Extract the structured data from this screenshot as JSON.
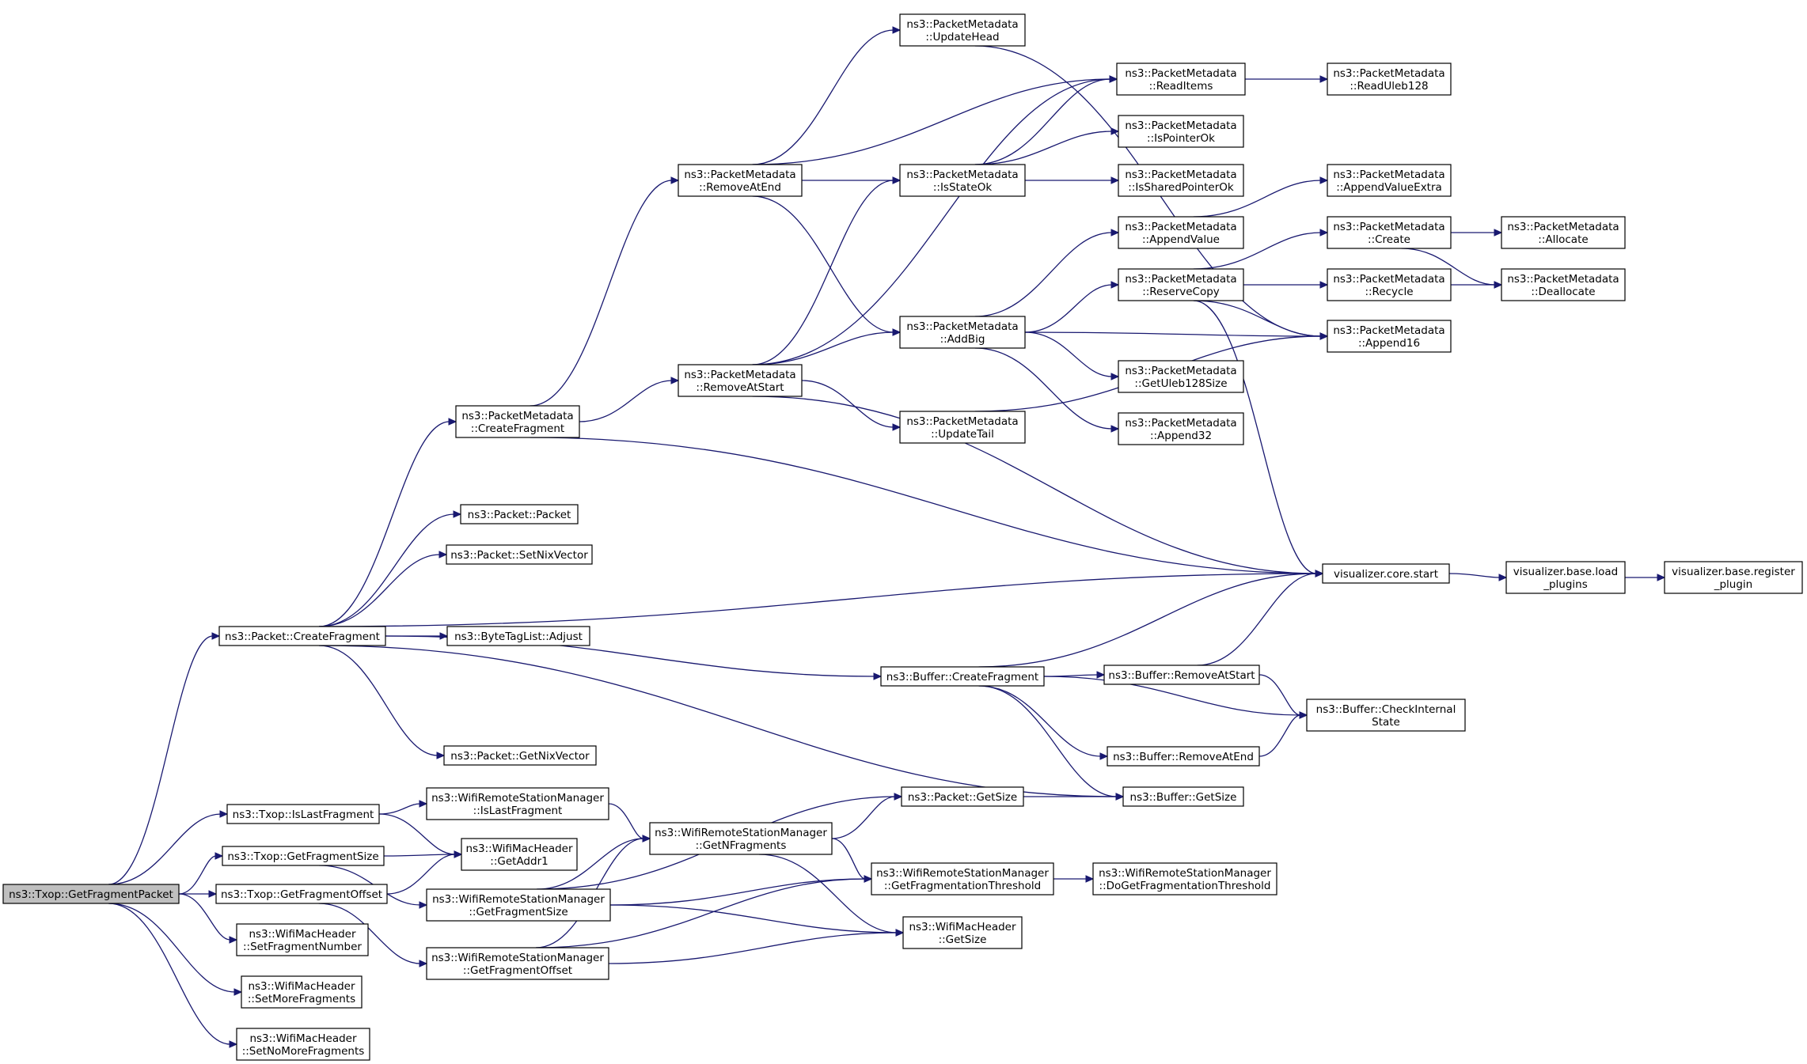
{
  "graph": {
    "nodes": [
      {
        "id": "n0",
        "lines": [
          "ns3::Txop::GetFragmentPacket"
        ]
      },
      {
        "id": "n1",
        "lines": [
          "ns3::Packet::CreateFragment"
        ]
      },
      {
        "id": "n2",
        "lines": [
          "ns3::Txop::IsLastFragment"
        ]
      },
      {
        "id": "n3",
        "lines": [
          "ns3::Txop::GetFragmentSize"
        ]
      },
      {
        "id": "n4",
        "lines": [
          "ns3::Txop::GetFragmentOffset"
        ]
      },
      {
        "id": "n5",
        "lines": [
          "ns3::WifiMacHeader",
          "::SetFragmentNumber"
        ]
      },
      {
        "id": "n6",
        "lines": [
          "ns3::WifiMacHeader",
          "::SetMoreFragments"
        ]
      },
      {
        "id": "n7",
        "lines": [
          "ns3::WifiMacHeader",
          "::SetNoMoreFragments"
        ]
      },
      {
        "id": "n8",
        "lines": [
          "ns3::PacketMetadata",
          "::CreateFragment"
        ]
      },
      {
        "id": "n9",
        "lines": [
          "ns3::Packet::Packet"
        ]
      },
      {
        "id": "n10",
        "lines": [
          "ns3::Packet::SetNixVector"
        ]
      },
      {
        "id": "n11",
        "lines": [
          "ns3::ByteTagList::Adjust"
        ]
      },
      {
        "id": "n12",
        "lines": [
          "ns3::Packet::GetNixVector"
        ]
      },
      {
        "id": "n13",
        "lines": [
          "ns3::WifiRemoteStationManager",
          "::IsLastFragment"
        ]
      },
      {
        "id": "n14",
        "lines": [
          "ns3::WifiMacHeader",
          "::GetAddr1"
        ]
      },
      {
        "id": "n15",
        "lines": [
          "ns3::WifiRemoteStationManager",
          "::GetFragmentSize"
        ]
      },
      {
        "id": "n16",
        "lines": [
          "ns3::WifiRemoteStationManager",
          "::GetFragmentOffset"
        ]
      },
      {
        "id": "n17",
        "lines": [
          "ns3::PacketMetadata",
          "::RemoveAtEnd"
        ]
      },
      {
        "id": "n18",
        "lines": [
          "ns3::PacketMetadata",
          "::RemoveAtStart"
        ]
      },
      {
        "id": "n19",
        "lines": [
          "ns3::WifiRemoteStationManager",
          "::GetNFragments"
        ]
      },
      {
        "id": "n20",
        "lines": [
          "ns3::PacketMetadata",
          "::UpdateHead"
        ]
      },
      {
        "id": "n21",
        "lines": [
          "ns3::PacketMetadata",
          "::IsStateOk"
        ]
      },
      {
        "id": "n22",
        "lines": [
          "ns3::PacketMetadata",
          "::AddBig"
        ]
      },
      {
        "id": "n23",
        "lines": [
          "ns3::PacketMetadata",
          "::UpdateTail"
        ]
      },
      {
        "id": "n24",
        "lines": [
          "ns3::Buffer::CreateFragment"
        ]
      },
      {
        "id": "n25",
        "lines": [
          "ns3::Packet::GetSize"
        ]
      },
      {
        "id": "n26",
        "lines": [
          "ns3::WifiRemoteStationManager",
          "::GetFragmentationThreshold"
        ]
      },
      {
        "id": "n27",
        "lines": [
          "ns3::WifiMacHeader",
          "::GetSize"
        ]
      },
      {
        "id": "n28",
        "lines": [
          "ns3::PacketMetadata",
          "::ReadItems"
        ]
      },
      {
        "id": "n29",
        "lines": [
          "ns3::PacketMetadata",
          "::IsPointerOk"
        ]
      },
      {
        "id": "n30",
        "lines": [
          "ns3::PacketMetadata",
          "::IsSharedPointerOk"
        ]
      },
      {
        "id": "n31",
        "lines": [
          "ns3::PacketMetadata",
          "::AppendValue"
        ]
      },
      {
        "id": "n32",
        "lines": [
          "ns3::PacketMetadata",
          "::ReserveCopy"
        ]
      },
      {
        "id": "n33",
        "lines": [
          "ns3::PacketMetadata",
          "::GetUleb128Size"
        ]
      },
      {
        "id": "n34",
        "lines": [
          "ns3::PacketMetadata",
          "::Append32"
        ]
      },
      {
        "id": "n35",
        "lines": [
          "ns3::Buffer::RemoveAtStart"
        ]
      },
      {
        "id": "n36",
        "lines": [
          "ns3::Buffer::RemoveAtEnd"
        ]
      },
      {
        "id": "n37",
        "lines": [
          "ns3::Buffer::GetSize"
        ]
      },
      {
        "id": "n38",
        "lines": [
          "ns3::WifiRemoteStationManager",
          "::DoGetFragmentationThreshold"
        ]
      },
      {
        "id": "n39",
        "lines": [
          "ns3::PacketMetadata",
          "::ReadUleb128"
        ]
      },
      {
        "id": "n40",
        "lines": [
          "ns3::PacketMetadata",
          "::AppendValueExtra"
        ]
      },
      {
        "id": "n41",
        "lines": [
          "ns3::PacketMetadata",
          "::Create"
        ]
      },
      {
        "id": "n42",
        "lines": [
          "ns3::PacketMetadata",
          "::Recycle"
        ]
      },
      {
        "id": "n43",
        "lines": [
          "ns3::PacketMetadata",
          "::Append16"
        ]
      },
      {
        "id": "n44",
        "lines": [
          "visualizer.core.start"
        ]
      },
      {
        "id": "n45",
        "lines": [
          "ns3::Buffer::CheckInternal",
          "State"
        ]
      },
      {
        "id": "n46",
        "lines": [
          "ns3::PacketMetadata",
          "::Allocate"
        ]
      },
      {
        "id": "n47",
        "lines": [
          "ns3::PacketMetadata",
          "::Deallocate"
        ]
      },
      {
        "id": "n48",
        "lines": [
          "visualizer.base.load",
          "_plugins"
        ]
      },
      {
        "id": "n49",
        "lines": [
          "visualizer.base.register",
          "_plugin"
        ]
      }
    ],
    "edges": [
      {
        "from": "n0",
        "to": "n1"
      },
      {
        "from": "n0",
        "to": "n2"
      },
      {
        "from": "n0",
        "to": "n3"
      },
      {
        "from": "n0",
        "to": "n4"
      },
      {
        "from": "n0",
        "to": "n5"
      },
      {
        "from": "n0",
        "to": "n6"
      },
      {
        "from": "n0",
        "to": "n7"
      },
      {
        "from": "n1",
        "to": "n8"
      },
      {
        "from": "n1",
        "to": "n9"
      },
      {
        "from": "n1",
        "to": "n10"
      },
      {
        "from": "n1",
        "to": "n11"
      },
      {
        "from": "n1",
        "to": "n12"
      },
      {
        "from": "n1",
        "to": "n24"
      },
      {
        "from": "n1",
        "to": "n37"
      },
      {
        "from": "n1",
        "to": "n44"
      },
      {
        "from": "n2",
        "to": "n13"
      },
      {
        "from": "n2",
        "to": "n14"
      },
      {
        "from": "n3",
        "to": "n14"
      },
      {
        "from": "n3",
        "to": "n15"
      },
      {
        "from": "n4",
        "to": "n14"
      },
      {
        "from": "n4",
        "to": "n16"
      },
      {
        "from": "n8",
        "to": "n17"
      },
      {
        "from": "n8",
        "to": "n18"
      },
      {
        "from": "n8",
        "to": "n44"
      },
      {
        "from": "n13",
        "to": "n19"
      },
      {
        "from": "n15",
        "to": "n19"
      },
      {
        "from": "n15",
        "to": "n25"
      },
      {
        "from": "n15",
        "to": "n26"
      },
      {
        "from": "n15",
        "to": "n27"
      },
      {
        "from": "n16",
        "to": "n19"
      },
      {
        "from": "n16",
        "to": "n26"
      },
      {
        "from": "n16",
        "to": "n27"
      },
      {
        "from": "n17",
        "to": "n20"
      },
      {
        "from": "n17",
        "to": "n28"
      },
      {
        "from": "n17",
        "to": "n21"
      },
      {
        "from": "n17",
        "to": "n22"
      },
      {
        "from": "n18",
        "to": "n28"
      },
      {
        "from": "n18",
        "to": "n21"
      },
      {
        "from": "n18",
        "to": "n22"
      },
      {
        "from": "n18",
        "to": "n23"
      },
      {
        "from": "n18",
        "to": "n44"
      },
      {
        "from": "n19",
        "to": "n25"
      },
      {
        "from": "n19",
        "to": "n26"
      },
      {
        "from": "n19",
        "to": "n27"
      },
      {
        "from": "n20",
        "to": "n43"
      },
      {
        "from": "n21",
        "to": "n28"
      },
      {
        "from": "n21",
        "to": "n29"
      },
      {
        "from": "n21",
        "to": "n30"
      },
      {
        "from": "n22",
        "to": "n31"
      },
      {
        "from": "n22",
        "to": "n32"
      },
      {
        "from": "n22",
        "to": "n43"
      },
      {
        "from": "n22",
        "to": "n33"
      },
      {
        "from": "n22",
        "to": "n34"
      },
      {
        "from": "n23",
        "to": "n43"
      },
      {
        "from": "n24",
        "to": "n35"
      },
      {
        "from": "n24",
        "to": "n45"
      },
      {
        "from": "n24",
        "to": "n36"
      },
      {
        "from": "n24",
        "to": "n37"
      },
      {
        "from": "n24",
        "to": "n44"
      },
      {
        "from": "n25",
        "to": "n37"
      },
      {
        "from": "n26",
        "to": "n38"
      },
      {
        "from": "n28",
        "to": "n39"
      },
      {
        "from": "n31",
        "to": "n40"
      },
      {
        "from": "n32",
        "to": "n41"
      },
      {
        "from": "n32",
        "to": "n42"
      },
      {
        "from": "n32",
        "to": "n43"
      },
      {
        "from": "n32",
        "to": "n44"
      },
      {
        "from": "n35",
        "to": "n45"
      },
      {
        "from": "n35",
        "to": "n44"
      },
      {
        "from": "n36",
        "to": "n45"
      },
      {
        "from": "n41",
        "to": "n46"
      },
      {
        "from": "n41",
        "to": "n47"
      },
      {
        "from": "n42",
        "to": "n47"
      },
      {
        "from": "n44",
        "to": "n48"
      },
      {
        "from": "n48",
        "to": "n49"
      }
    ]
  },
  "colors": {
    "edge": "#191970",
    "node_border": "#000000",
    "node_fill": "#ffffff",
    "root_fill": "#bfbfbf"
  }
}
